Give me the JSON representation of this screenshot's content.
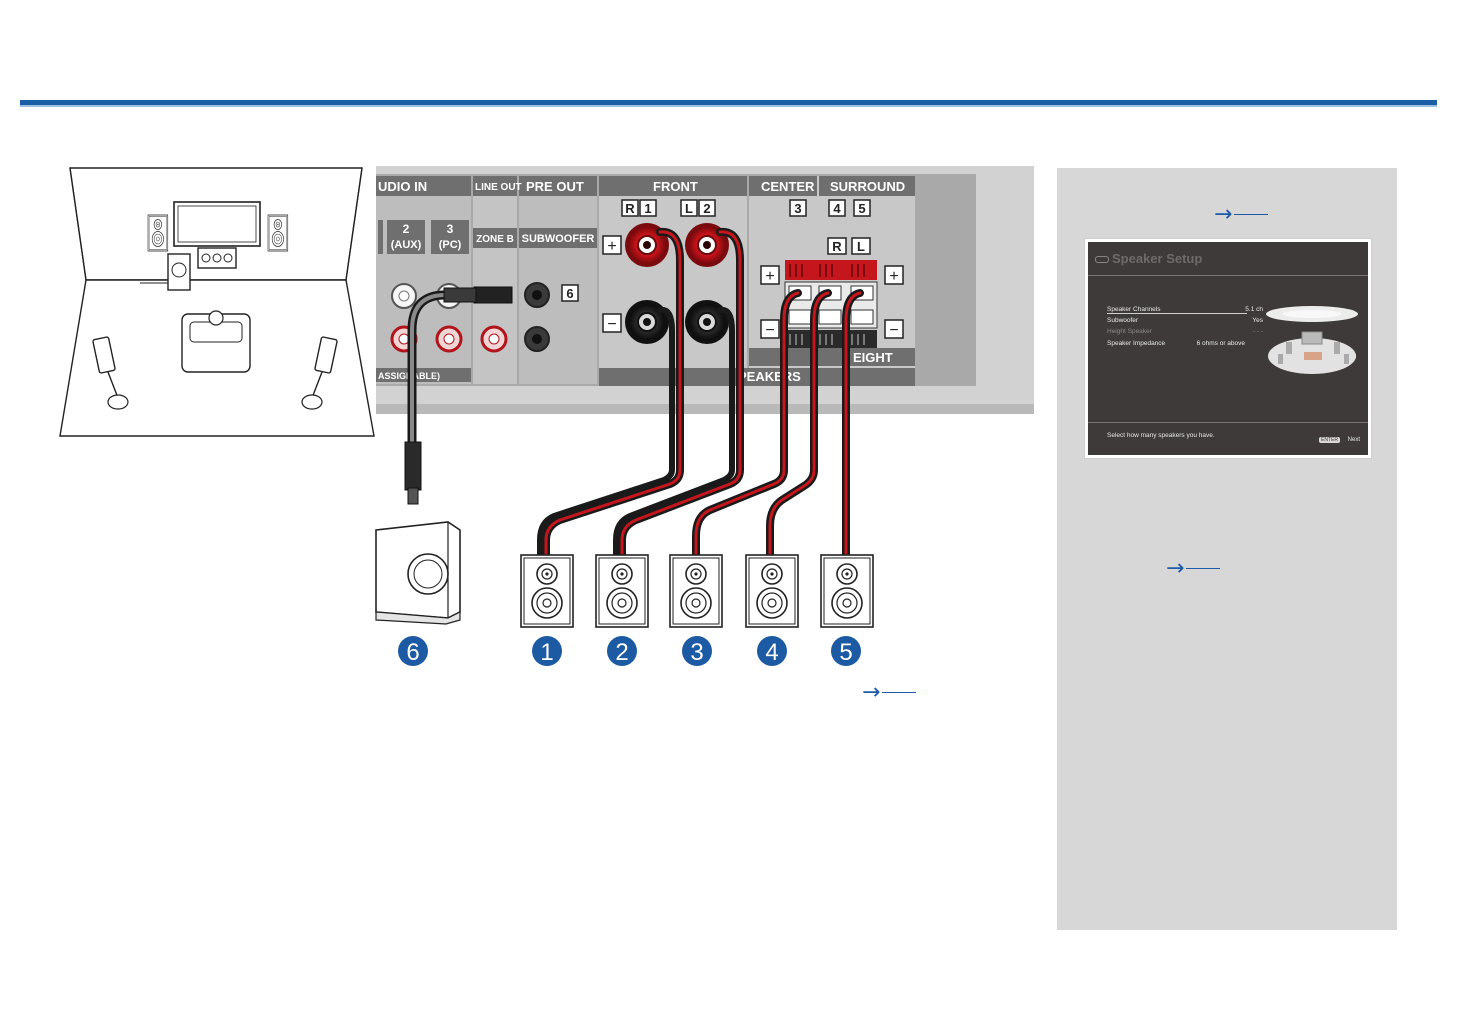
{
  "panel": {
    "sections": {
      "audio_in": "UDIO IN",
      "line_out": "LINE OUT",
      "pre_out": "PRE OUT",
      "front": "FRONT",
      "center": "CENTER",
      "surround": "SURROUND",
      "height": "EIGHT",
      "speakers": "PEAKERS",
      "assignable": "ASSIGNABLE)"
    },
    "audio_in_inputs": [
      {
        "num": "2",
        "sub": "(AUX)"
      },
      {
        "num": "3",
        "sub": "(PC)"
      }
    ],
    "zone_b": "ZONE B",
    "subwoofer": "SUBWOOFER",
    "sub_terminal": "6",
    "front_r": {
      "letter": "R",
      "num": "1"
    },
    "front_l": {
      "letter": "L",
      "num": "2"
    },
    "center_num": "3",
    "surround_nums": [
      "4",
      "5"
    ],
    "height_r": "R",
    "height_l": "L",
    "plus": "+",
    "minus": "−"
  },
  "speaker_numbers": [
    "1",
    "2",
    "3",
    "4",
    "5"
  ],
  "subwoofer_number": "6",
  "refs": {
    "main": "→",
    "side_top": "→",
    "side_mid": "→"
  },
  "osd": {
    "title": "Speaker Setup",
    "rows": [
      {
        "label": "Speaker Channels",
        "value": "5.1 ch"
      },
      {
        "label": "Subwoofer",
        "value": "Yes"
      },
      {
        "label": "Height Speaker",
        "value": "- - -"
      },
      {
        "label": "Speaker Impedance",
        "value": "6 ohms or above"
      }
    ],
    "hint": "Select how many speakers you have.",
    "enter": "ENTER",
    "next": "Next"
  },
  "colors": {
    "accent": "#1b5ea6",
    "badge": "#1d5aa4",
    "cable_red": "#c4161c",
    "panel_bg": "#d2d2d2",
    "side_bg": "#d7d7d7"
  }
}
